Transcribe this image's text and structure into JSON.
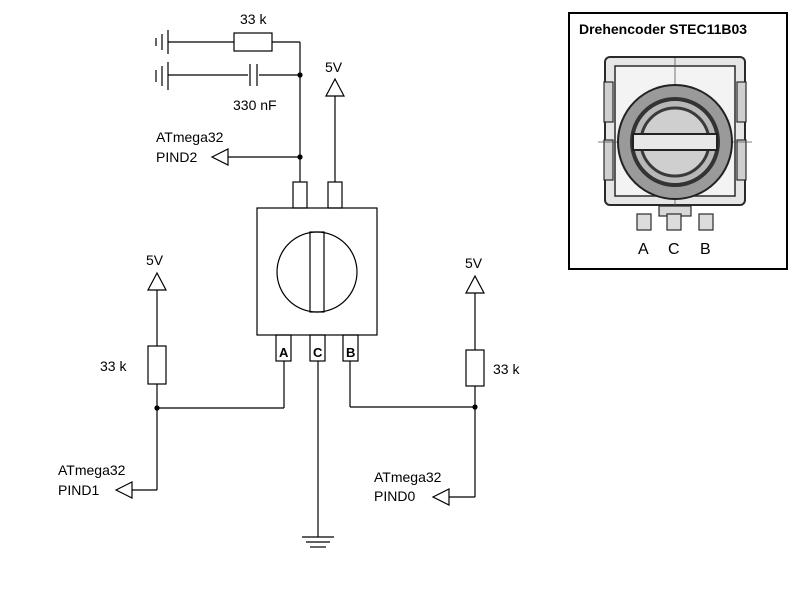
{
  "schematic": {
    "resistor_top_label": "33 k",
    "capacitor_label": "330 nF",
    "pind2_mcu": "ATmega32",
    "pind2_pin": "PIND2",
    "vcc_top": "5V",
    "vcc_left": "5V",
    "vcc_right": "5V",
    "resistor_left_label": "33 k",
    "resistor_right_label": "33 k",
    "pind1_mcu": "ATmega32",
    "pind1_pin": "PIND1",
    "pind0_mcu": "ATmega32",
    "pind0_pin": "PIND0",
    "pin_a": "A",
    "pin_c": "C",
    "pin_b": "B"
  },
  "photo_box": {
    "title": "Drehencoder STEC11B03",
    "pin_a": "A",
    "pin_c": "C",
    "pin_b": "B"
  },
  "colors": {
    "line": "#000000",
    "background": "#ffffff",
    "encoder_body": "#9a9a9a",
    "encoder_dark": "#3a3a3a"
  }
}
